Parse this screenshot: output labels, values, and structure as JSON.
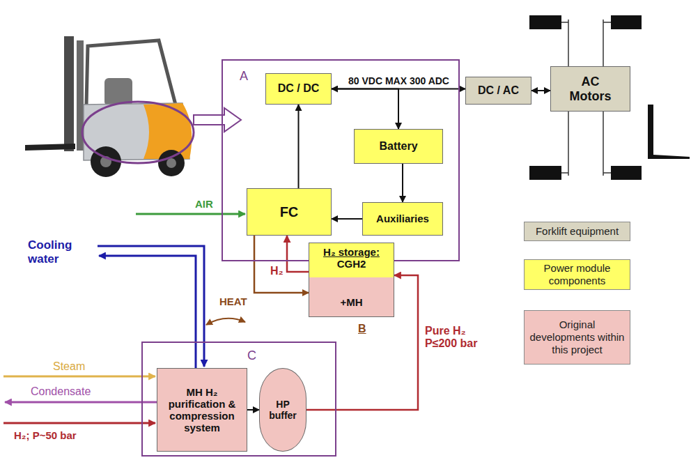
{
  "diagram": {
    "nodes": [
      {
        "text": [
          "A"
        ]
      },
      {
        "text": [
          "DC / DC"
        ],
        "in": 0
      },
      {
        "text": [
          "Battery"
        ],
        "in": 0
      },
      {
        "text": [
          "FC"
        ],
        "in": 0
      },
      {
        "text": [
          "Auxiliaries"
        ],
        "in": 0
      },
      {
        "text": [
          "H₂ storage:",
          "CGH2",
          "+MH",
          "B"
        ]
      },
      {
        "text": [
          "DC / AC"
        ]
      },
      {
        "text": [
          "AC Motors"
        ]
      },
      {
        "text": [
          "C"
        ]
      },
      {
        "text": [
          "MH H₂ purification & compression system"
        ],
        "in": 8
      },
      {
        "text": [
          "HP buffer"
        ],
        "in": 8
      }
    ],
    "edges": [
      {
        "from": 1,
        "to": 6,
        "label": "80 VDC MAX 300 ADC",
        "arrow": "to"
      },
      {
        "from": 6,
        "to": 7,
        "arrow": "both"
      },
      {
        "from": 1,
        "to": 2,
        "arrow": "both"
      },
      {
        "from": 2,
        "to": 4,
        "arrow": "to"
      },
      {
        "from": 4,
        "to": 3,
        "arrow": "to"
      },
      {
        "from": 3,
        "to": 1,
        "arrow": "to"
      },
      {
        "from": 5,
        "to": 3,
        "label": "H₂",
        "arrow": "to"
      },
      {
        "from": 3,
        "to": 5,
        "label": "HEAT",
        "arrow": "to"
      },
      {
        "from": 9,
        "to": 10,
        "arrow": "to"
      },
      {
        "from": 10,
        "to": 5,
        "label": "Pure H₂ P≤200 bar",
        "arrow": "to"
      }
    ],
    "labels": [
      "AIR",
      "Cooling water",
      "Steam",
      "Condensate",
      "H₂; P~50 bar"
    ],
    "legend": [
      {
        "text": "Forklift equipment",
        "color": "#d9d5c1"
      },
      {
        "text": "Power module components",
        "color": "#ffff66"
      },
      {
        "text": "Original developments within this project",
        "color": "#f2c4c0"
      }
    ]
  }
}
